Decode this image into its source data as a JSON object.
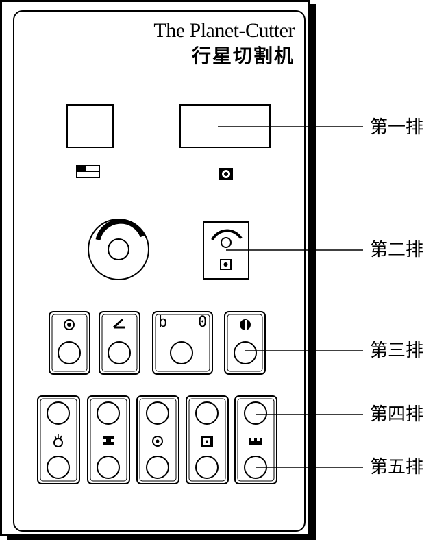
{
  "brand": {
    "name_en": "The Planet-Cutter",
    "name_zh": "行星切割机"
  },
  "rows": {
    "row1": "第一排",
    "row2": "第二排",
    "row3": "第三排",
    "row4": "第四排",
    "row5": "第五排"
  },
  "row3_panel": {
    "b_label": "b",
    "zero_label": "0"
  },
  "icons": {
    "row1_left": "window-pane-icon",
    "row1_right": "target-ring-icon",
    "row2_left": "rotary-dial-icon",
    "row2_right": "arc-gauge-icon",
    "row3": [
      "dot-ring-icon",
      "angle-icon",
      "b-zero-icon",
      "half-circle-icon"
    ],
    "row4_5": [
      "blast-icon",
      "anvil-icon",
      "target-icon",
      "square-dot-icon",
      "castle-icon"
    ]
  }
}
